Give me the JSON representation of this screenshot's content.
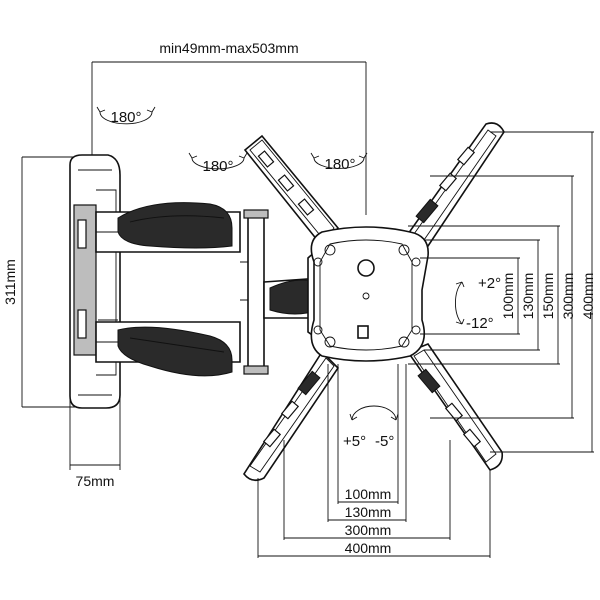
{
  "dimensions": {
    "arm_extension": "min49mm-max503mm",
    "wall_plate_height": "311mm",
    "wall_plate_width": "75mm",
    "vertical": [
      "100mm",
      "130mm",
      "150mm",
      "300mm",
      "400mm"
    ],
    "horizontal": [
      "100mm",
      "130mm",
      "300mm",
      "400mm"
    ]
  },
  "rotations": {
    "arm_swivel": "180°",
    "middle_swivel": "180°",
    "head_swivel": "180°"
  },
  "tilt": {
    "up": "+2°",
    "down": "-12°"
  },
  "swivel_level": {
    "left": "+5°",
    "right": "-5°"
  }
}
